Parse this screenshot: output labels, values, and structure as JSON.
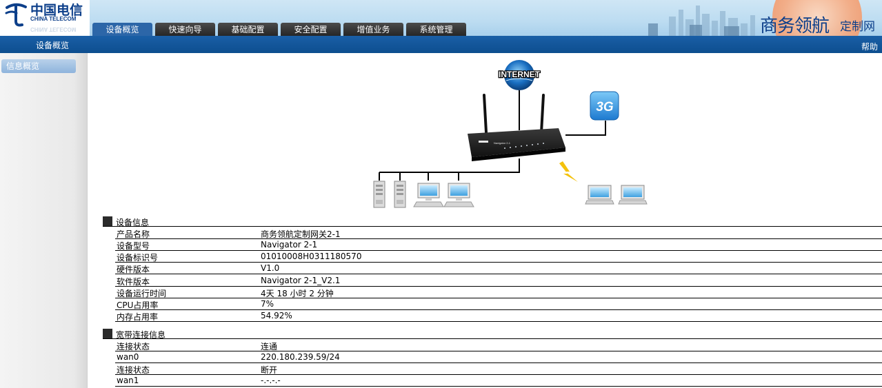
{
  "header": {
    "logo_cn": "中国电信",
    "logo_en": "CHINA TELECOM",
    "brand_main": "商务领航",
    "brand_sub": "定制网"
  },
  "tabs": [
    {
      "label": "设备概览",
      "active": true
    },
    {
      "label": "快速向导",
      "active": false
    },
    {
      "label": "基础配置",
      "active": false
    },
    {
      "label": "安全配置",
      "active": false
    },
    {
      "label": "增值业务",
      "active": false
    },
    {
      "label": "系统管理",
      "active": false
    }
  ],
  "navbar": {
    "current": "设备概览",
    "help": "帮助"
  },
  "sidebar": {
    "items": [
      {
        "label": "信息概览"
      }
    ]
  },
  "diagram": {
    "internet_label": "INTERNET",
    "threeg_label": "3G",
    "router_model": "Navigator 2-1"
  },
  "device_info": {
    "title": "设备信息",
    "rows": [
      {
        "key": "产品名称",
        "value": "商务领航定制网关2-1"
      },
      {
        "key": "设备型号",
        "value": "Navigator 2-1"
      },
      {
        "key": "设备标识号",
        "value": "01010008H0311180570"
      },
      {
        "key": "硬件版本",
        "value": "V1.0"
      },
      {
        "key": "软件版本",
        "value": "Navigator 2-1_V2.1"
      },
      {
        "key": "设备运行时间",
        "value": "4天  18 小时  2 分钟"
      },
      {
        "key": "CPU占用率",
        "value": "7%"
      },
      {
        "key": "内存占用率",
        "value": "54.92%"
      }
    ]
  },
  "broadband_info": {
    "title": "宽带连接信息",
    "rows": [
      {
        "key": "连接状态",
        "value": "连通"
      },
      {
        "key": "wan0",
        "value": "220.180.239.59/24"
      },
      {
        "key": "连接状态",
        "value": "断开"
      },
      {
        "key": "wan1",
        "value": "-.-.-.-"
      }
    ]
  },
  "colors": {
    "navbar_blue": "#0d4e8f",
    "tab_active": "#2c66a8",
    "tab_inactive": "#333333",
    "logo_blue": "#0d3f8a"
  }
}
